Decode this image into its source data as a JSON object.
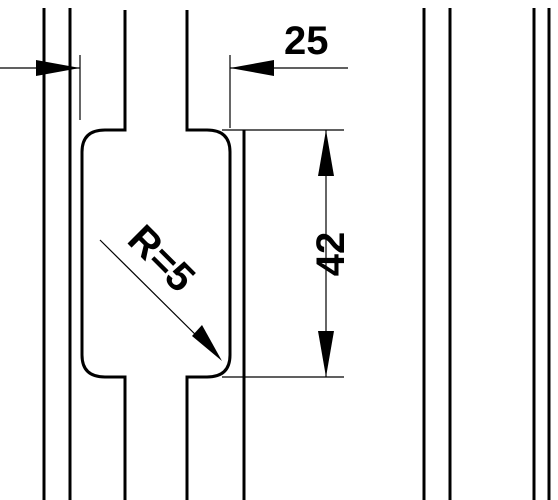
{
  "dimensions": {
    "gap_label": "25",
    "height_label": "42",
    "radius_label": "R=5"
  },
  "colors": {
    "stroke": "#000000",
    "background": "#ffffff"
  }
}
